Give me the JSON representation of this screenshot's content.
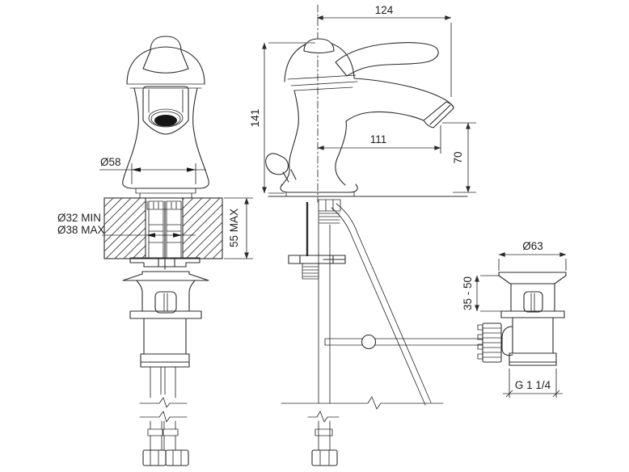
{
  "page": {
    "background": "#ffffff"
  },
  "drawing": {
    "type": "faucet-installation-dimension-drawing",
    "line_color": "#2b2b2b",
    "text_color": "#1f1f1f",
    "views": {
      "front": {
        "label": "front-view-with-counter-section",
        "dims": {
          "base_diameter": "Ø58",
          "hole_min": "Ø32 MIN",
          "hole_max": "Ø38 MAX",
          "deck_thickness": "55 MAX"
        }
      },
      "side": {
        "label": "side-view",
        "dims": {
          "overall_depth": "124",
          "overall_height": "141",
          "spout_reach": "111",
          "spout_height": "70"
        }
      },
      "waste": {
        "label": "pop-up-waste-detail",
        "dims": {
          "flange_diameter": "Ø63",
          "adjustment_range": "35 - 50",
          "connection_thread": "G 1 1/4"
        }
      }
    }
  }
}
